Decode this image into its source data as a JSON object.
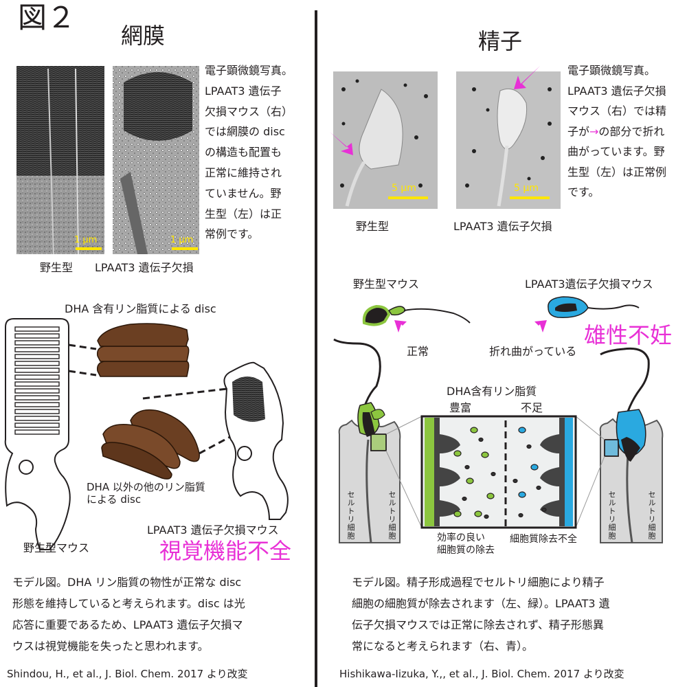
{
  "figure_label": "図２",
  "left": {
    "heading": "網膜",
    "em_caption_lines": [
      "電子顕微鏡写真。",
      "LPAAT3 遺伝子",
      "欠損マウス（右）",
      "では網膜の disc",
      "の構造も配置も",
      "正常に維持され",
      "ていません。野",
      "生型（左）は正",
      "常例です。"
    ],
    "scale_bar": "1 µm",
    "photo_labels": {
      "wild": "野生型",
      "ko": "LPAAT3 遺伝子欠損"
    },
    "dha_disc_label": "DHA 含有リン脂質による disc",
    "other_disc_label_lines": [
      "DHA 以外の他のリン脂質",
      "による disc"
    ],
    "ko_mouse_label": "LPAAT3 遺伝子欠損マウス",
    "wild_mouse_label": "野生型マウス",
    "phenotype": "視覚機能不全",
    "model_caption_lines": [
      "モデル図。DHA リン脂質の物性が正常な disc",
      "形態を維持していると考えられます。disc は光",
      "応答に重要であるため、LPAAT3 遺伝子欠損マ",
      "ウスは視覚機能を失ったと思われます。"
    ],
    "citation": "Shindou, H., et al., J. Biol. Chem. 2017 より改変"
  },
  "right": {
    "heading": "精子",
    "em_caption_lines": [
      "電子顕微鏡写真。",
      "LPAAT3 遺伝子欠損",
      "マウス（右）では精",
      "子が",
      "の部分で折れ",
      "曲がっています。野",
      "生型（左）は正常例",
      "です。"
    ],
    "scale_bar": "5 µm",
    "photo_labels": {
      "wild": "野生型",
      "ko": "LPAAT3 遺伝子欠損"
    },
    "wild_mouse_label": "野生型マウス",
    "normal_label": "正常",
    "ko_mouse_label": "LPAAT3遺伝子欠損マウス",
    "bent_label": "折れ曲がっている",
    "phenotype": "雄性不妊",
    "dha_title": "DHA含有リン脂質",
    "rich": "豊富",
    "poor": "不足",
    "sertoli": "セルトリ細胞",
    "efficient_lines": [
      "効率の良い",
      "細胞質の除去"
    ],
    "incomplete": "細胞質除去不全",
    "model_caption_lines": [
      "モデル図。精子形成過程でセルトリ細胞により精子",
      "細胞の細胞質が除去されます（左、緑）。LPAAT3 遺",
      "伝子欠損マウスでは正常に除去されず、精子形態異",
      "常になると考えられます（右、青）。"
    ],
    "citation": "Hishikawa-Iizuka, Y.,, et al., J. Biol. Chem. 2017 より改変"
  },
  "colors": {
    "magenta": "#e830d6",
    "green": "#8cc63f",
    "blue": "#2aa9e0",
    "brown": "#6b3f22",
    "text": "#231f20"
  }
}
